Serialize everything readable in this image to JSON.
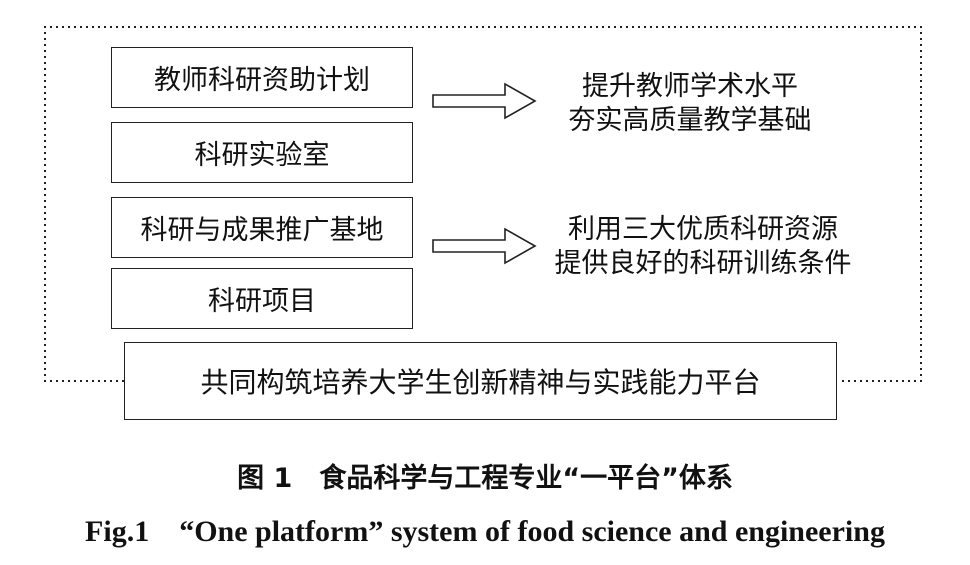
{
  "boxes": [
    {
      "label": "教师科研资助计划"
    },
    {
      "label": "科研实验室"
    },
    {
      "label": "科研与成果推广基地"
    },
    {
      "label": "科研项目"
    }
  ],
  "outcomes": [
    {
      "line1": "提升教师学术水平",
      "line2": "夯实高质量教学基础"
    },
    {
      "line1": "利用三大优质科研资源",
      "line2": "提供良好的科研训练条件"
    }
  ],
  "platform": {
    "label": "共同构筑培养大学生创新精神与实践能力平台"
  },
  "caption": {
    "cn": "图 1　食品科学与工程专业“一平台”体系",
    "en": "Fig.1　“One platform” system of food science and engineering"
  }
}
